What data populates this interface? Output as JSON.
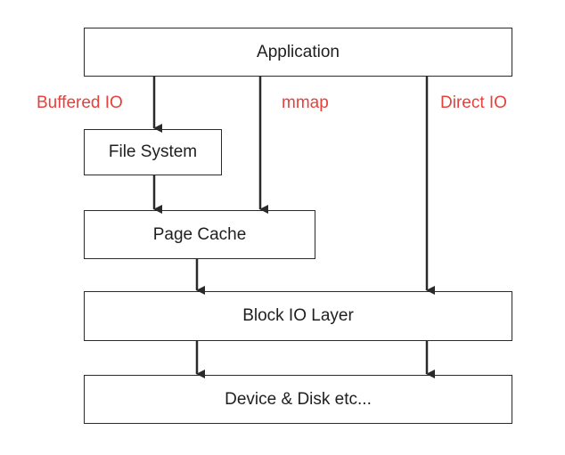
{
  "boxes": {
    "application": "Application",
    "file_system": "File System",
    "page_cache": "Page Cache",
    "block_io_layer": "Block IO Layer",
    "device_disk": "Device & Disk etc..."
  },
  "paths": {
    "buffered_io": "Buffered IO",
    "mmap": "mmap",
    "direct_io": "Direct IO"
  },
  "colors": {
    "path_label": "#e8403a",
    "box_border": "#2a2a2a",
    "arrow": "#2a2a2a"
  }
}
